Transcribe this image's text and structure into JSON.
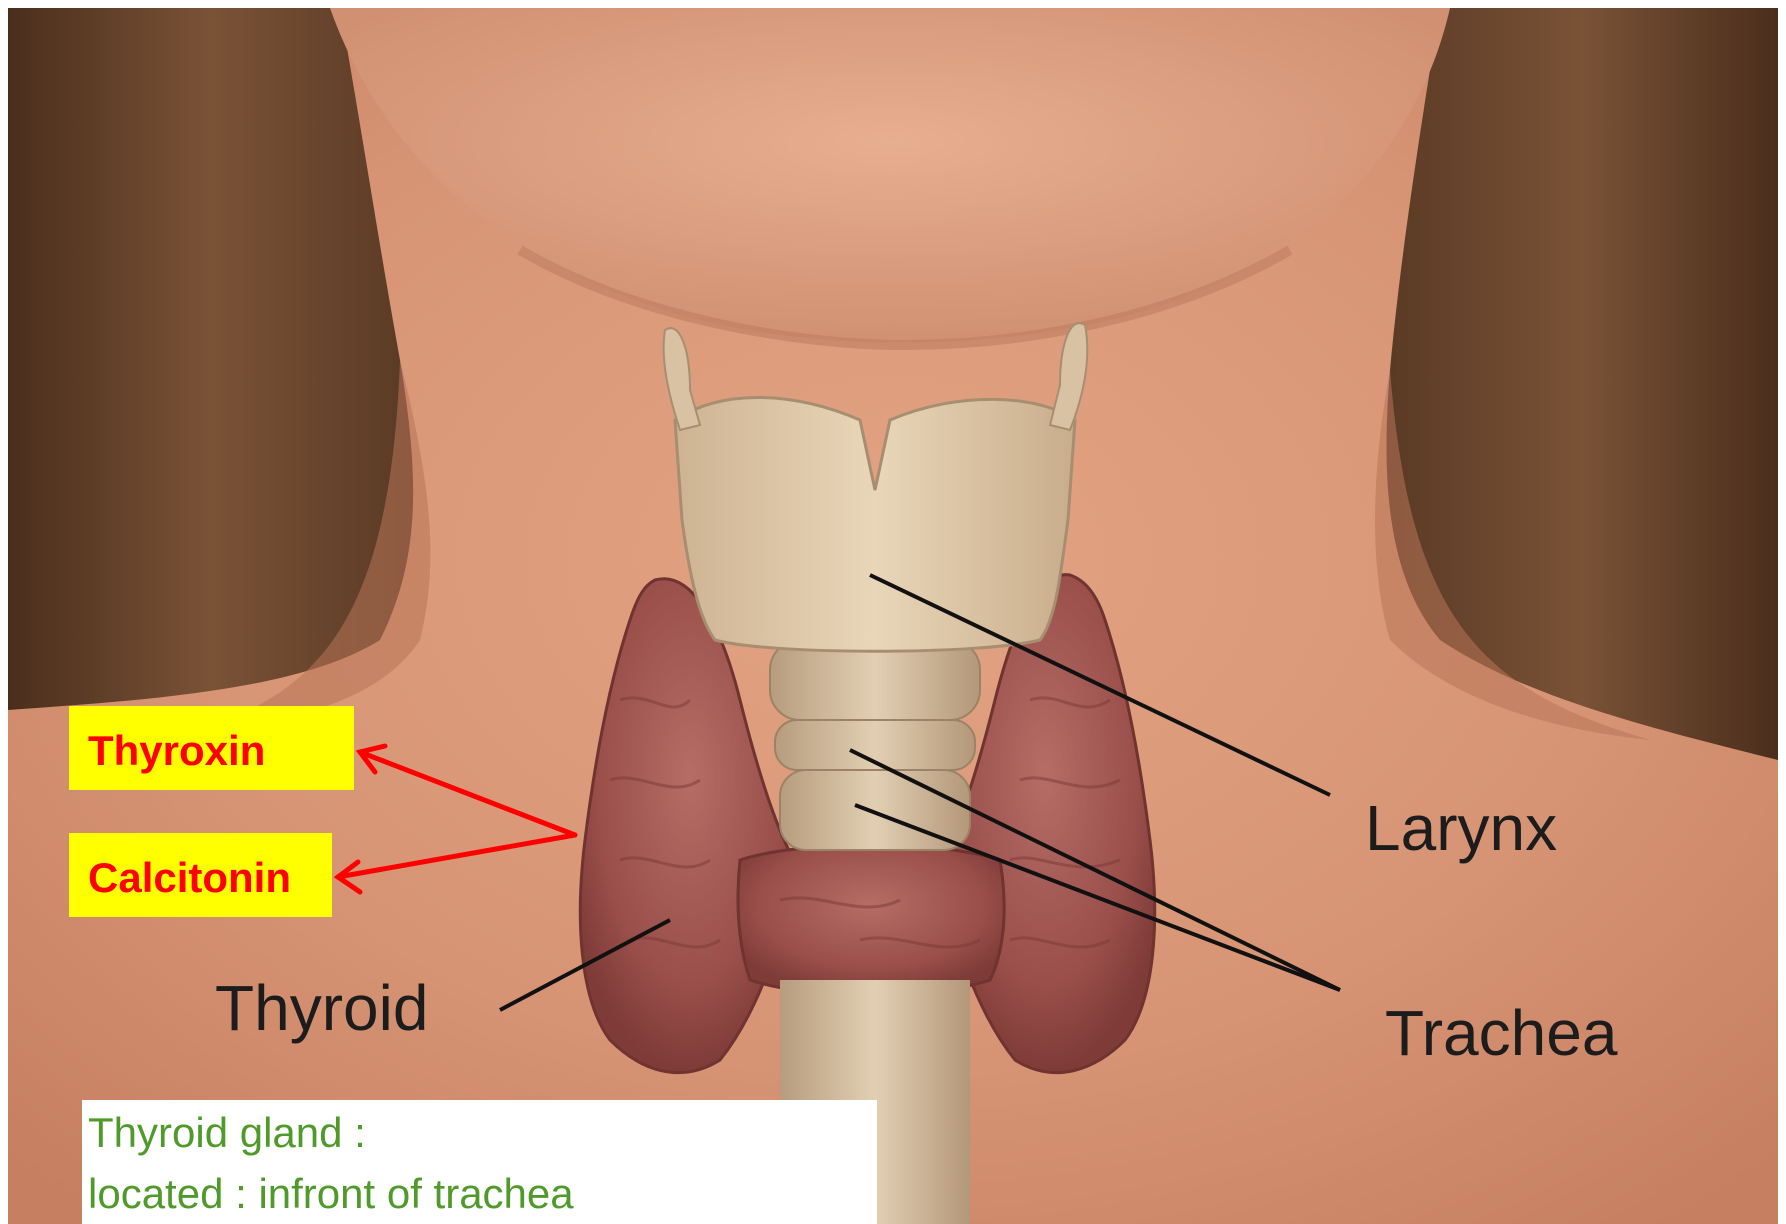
{
  "labels": {
    "larynx": "Larynx",
    "trachea": "Trachea",
    "thyroid": "Thyroid"
  },
  "hormones": {
    "thyroxin": "Thyroxin",
    "calcitonin": "Calcitonin"
  },
  "caption": {
    "line1": "Thyroid gland :",
    "line2": "located : infront of trachea"
  },
  "colors": {
    "hormone_box_fill": "#ffff00",
    "hormone_text": "#ff0000",
    "arrow": "#ff0000",
    "caption_text": "#4f9a2a",
    "caption_box_fill": "#ffffff",
    "leader_line": "#111111"
  }
}
